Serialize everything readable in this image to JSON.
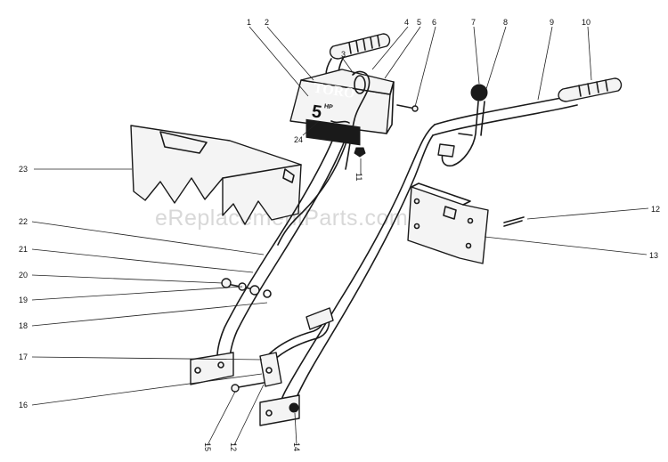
{
  "watermark": "eReplacementParts.com",
  "plate": {
    "brand": "TORO",
    "power": "5",
    "power_unit": "HP"
  },
  "callouts": [
    "1",
    "2",
    "3",
    "4",
    "5",
    "6",
    "7",
    "8",
    "9",
    "10",
    "11",
    "12",
    "12",
    "13",
    "14",
    "15",
    "16",
    "17",
    "18",
    "19",
    "20",
    "21",
    "22",
    "23",
    "24"
  ]
}
